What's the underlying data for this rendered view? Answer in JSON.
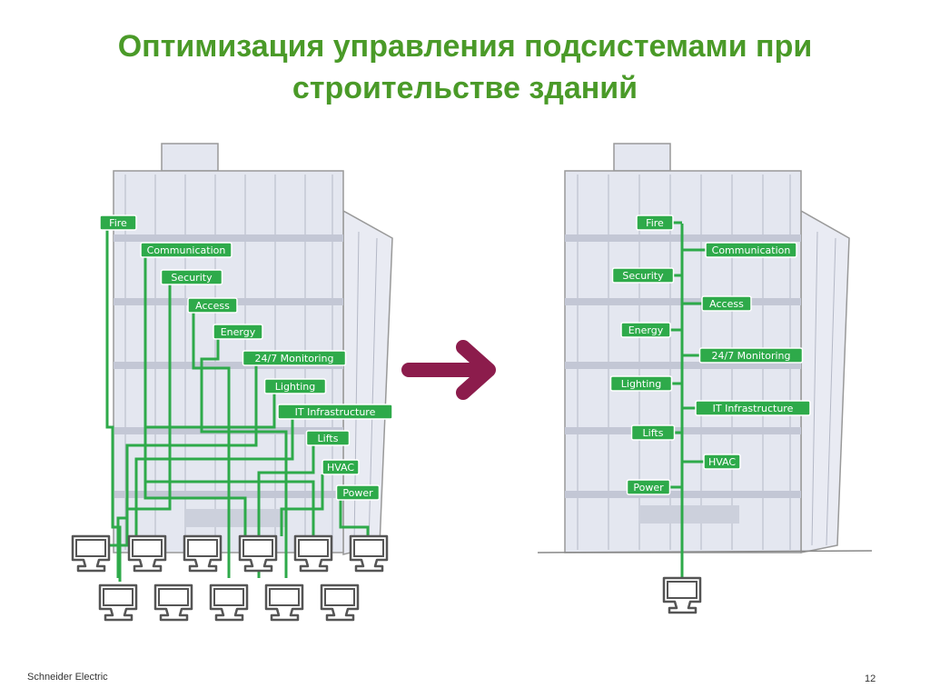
{
  "title": {
    "line1": "Оптимизация управления подсистемами при",
    "line2": "строительстве зданий"
  },
  "subsystems": [
    "Fire",
    "Communication",
    "Security",
    "Access",
    "Energy",
    "24/7 Monitoring",
    "Lighting",
    "IT Infrastructure",
    "Lifts",
    "HVAC",
    "Power"
  ],
  "before": {
    "terminal_count": 11
  },
  "after": {
    "terminal_count": 1
  },
  "arrow_icon": "right-arrow-icon",
  "colors": {
    "accent_green": "#4a9a28",
    "line_green": "#2eaa4a",
    "arrow": "#8c1c4c",
    "building": "#e4e7f0"
  },
  "footer": {
    "company": "Schneider Electric",
    "page": "12"
  }
}
